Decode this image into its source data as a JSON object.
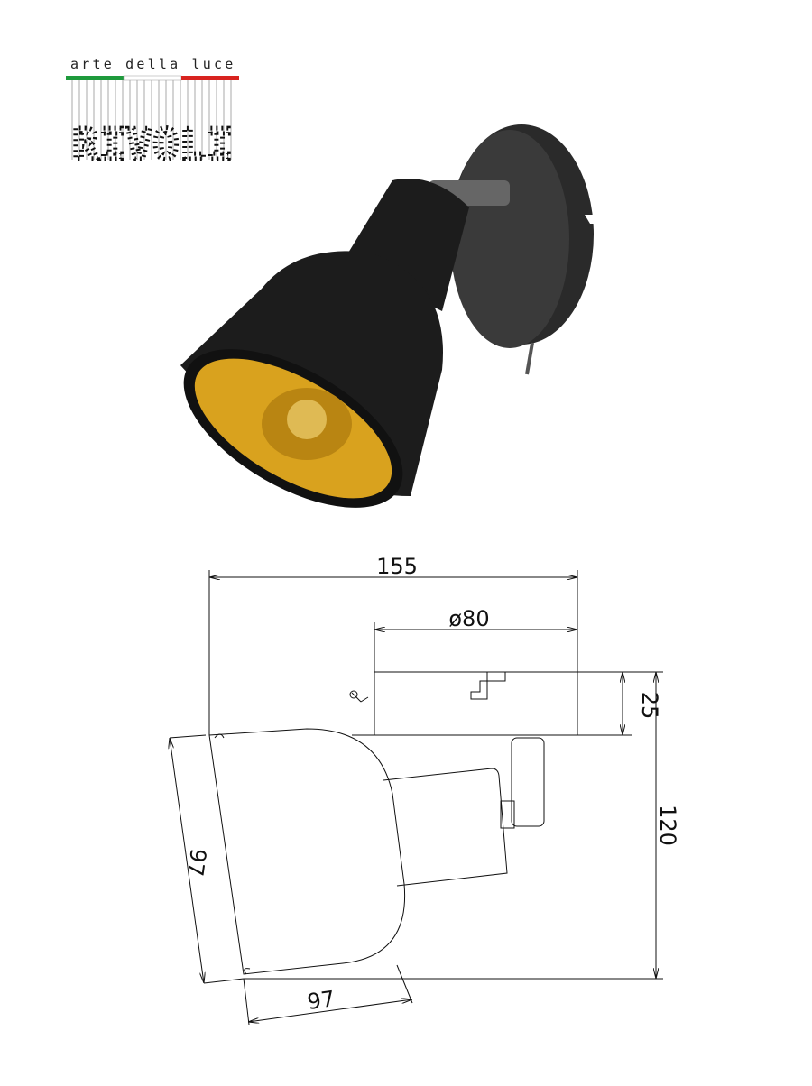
{
  "brand": {
    "tagline": "arte della luce",
    "name": "RIVOLI",
    "flag_colors": [
      "#1e9a3c",
      "#ffffff",
      "#d8231f"
    ]
  },
  "product_render": {
    "body_color": "#1c1c1c",
    "inner_color": "#d9a21e"
  },
  "dimensions": {
    "total_width": "155",
    "base_diameter": "ø80",
    "base_depth": "25",
    "total_height": "120",
    "shade_diameter": "97",
    "shade_length": "97"
  }
}
